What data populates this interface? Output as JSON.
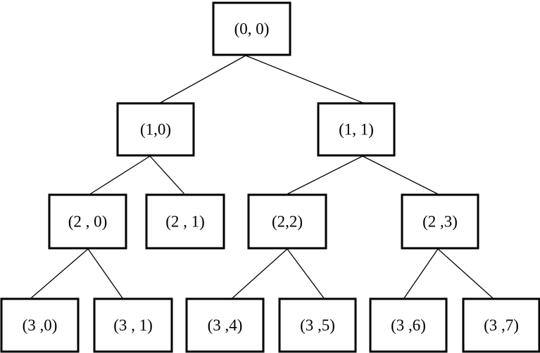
{
  "tree": {
    "nodes": [
      {
        "id": "0-0",
        "label": "(0, 0)"
      },
      {
        "id": "1-0",
        "label": "(1,0)"
      },
      {
        "id": "1-1",
        "label": "(1, 1)"
      },
      {
        "id": "2-0",
        "label": "(2 , 0)"
      },
      {
        "id": "2-1",
        "label": "(2 , 1)"
      },
      {
        "id": "2-2",
        "label": "(2,2)"
      },
      {
        "id": "2-3",
        "label": "(2 ,3)"
      },
      {
        "id": "3-0",
        "label": "(3 ,0)"
      },
      {
        "id": "3-1",
        "label": "(3 , 1)"
      },
      {
        "id": "3-4",
        "label": "(3 ,4)"
      },
      {
        "id": "3-5",
        "label": "(3 ,5)"
      },
      {
        "id": "3-6",
        "label": "(3 ,6)"
      },
      {
        "id": "3-7",
        "label": "(3 ,7)"
      }
    ],
    "edges": [
      {
        "from": "0-0",
        "to": "1-0"
      },
      {
        "from": "0-0",
        "to": "1-1"
      },
      {
        "from": "1-0",
        "to": "2-0"
      },
      {
        "from": "1-0",
        "to": "2-1"
      },
      {
        "from": "1-1",
        "to": "2-2"
      },
      {
        "from": "1-1",
        "to": "2-3"
      },
      {
        "from": "2-0",
        "to": "3-0"
      },
      {
        "from": "2-0",
        "to": "3-1"
      },
      {
        "from": "2-2",
        "to": "3-4"
      },
      {
        "from": "2-2",
        "to": "3-5"
      },
      {
        "from": "2-3",
        "to": "3-6"
      },
      {
        "from": "2-3",
        "to": "3-7"
      }
    ]
  }
}
